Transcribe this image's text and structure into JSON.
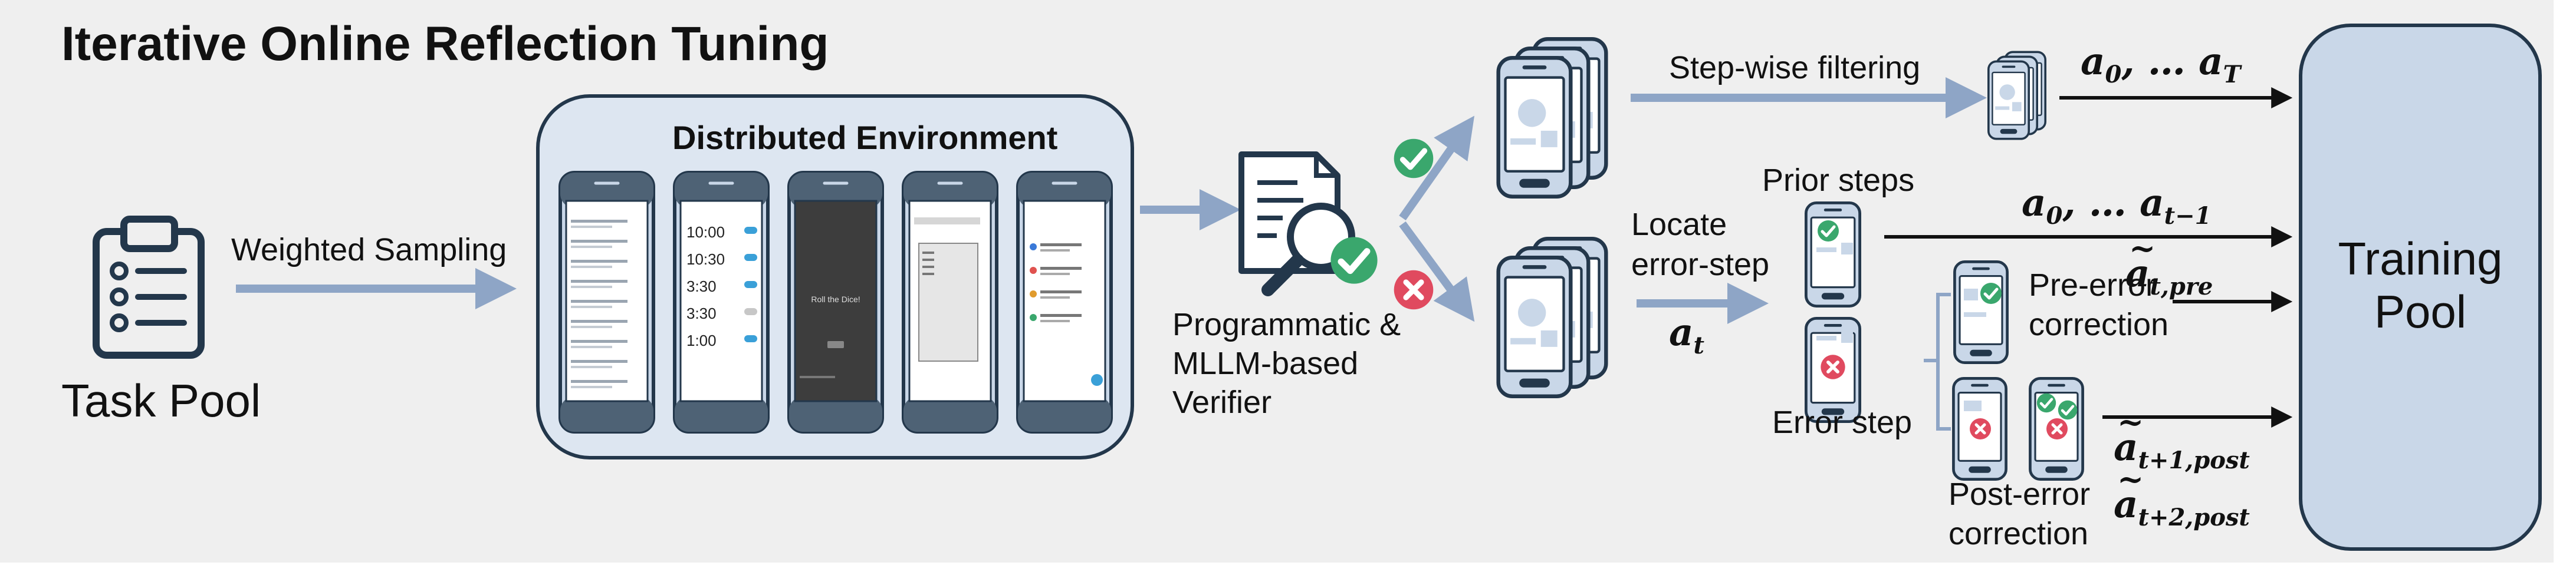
{
  "title": "Iterative Online Reflection Tuning",
  "task_pool": {
    "label": "Task Pool"
  },
  "sampling": {
    "label": "Weighted Sampling"
  },
  "environment": {
    "title": "Distributed Environment",
    "screen4_text": "Roll the Dice!",
    "screen2_times": [
      "10:00",
      "10:30",
      "3:30",
      "3:30",
      "1:00"
    ]
  },
  "verifier": {
    "line1": "Programmatic &",
    "line2": "MLLM-based",
    "line3": "Verifier"
  },
  "step_filter": {
    "label": "Step-wise filtering",
    "out": "a",
    "out_sub": "0",
    "out_end": "T"
  },
  "locate": {
    "line1": "Locate",
    "line2": "error-step",
    "var": "a",
    "var_sub": "t"
  },
  "prior_steps": {
    "label": "Prior steps",
    "out": "a",
    "out_sub": "0",
    "out_end": "t−1"
  },
  "error_step": {
    "label": "Error step"
  },
  "pre_error": {
    "line1": "Pre-error",
    "line2": "correction",
    "var": "a",
    "var_sub": "t,pre"
  },
  "post_error": {
    "line1": "Post-error",
    "line2": "correction",
    "var1": "a",
    "var1_sub": "t+1,post",
    "var2": "a",
    "var2_sub": "t+2,post"
  },
  "training_pool": {
    "line1": "Training",
    "line2": "Pool"
  },
  "colors": {
    "arrow_blue": "#8ea5c6",
    "dark_navy": "#23374b",
    "phone_fill": "#c9d7e8",
    "check_green": "#3aa76d",
    "cross_red": "#e04a5f"
  },
  "icons": [
    "clipboard-icon",
    "document-search-icon",
    "phone-icon",
    "check-icon",
    "cross-icon"
  ]
}
